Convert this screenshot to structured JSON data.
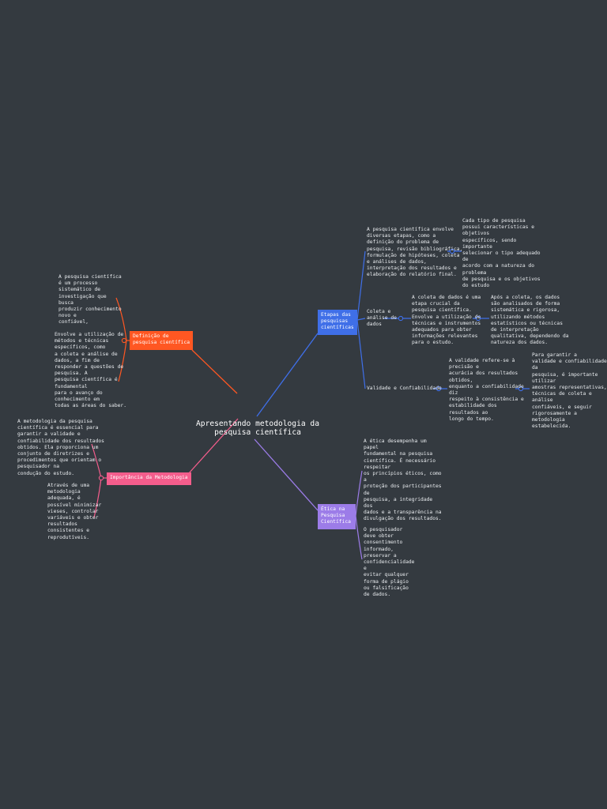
{
  "colors": {
    "background": "#343a40",
    "orange": "#ff5722",
    "blue": "#3f6fe8",
    "pink": "#f45d8c",
    "purple": "#9c7ce8"
  },
  "center": {
    "title": "Apresentando metodologia da\npesquisa científica"
  },
  "branches": {
    "definicao": {
      "label": "Definição de\npesquisa científica",
      "notes": [
        "A pesquisa científica\né um processo\nsistemático de\ninvestigação que\nbusca\nproduzir conhecimento\nnovo e\nconfiável,",
        "Envolve a utilização de\nmétodos e técnicas\nespecíficos, como\na coleta e análise de\ndados, a fim de\nresponder a questões de\npesquisa. A\npesquisa científica é\nfundamental\npara o avanço do\nconhecimento em\ntodas as áreas do saber."
      ]
    },
    "etapas": {
      "label": "Etapas das\npesquisas\ncientíficas",
      "intro": "A pesquisa científica envolve\ndiversas etapas, como a\ndefinição do problema de\npesquisa, revisão bibliográfica,\nformulação de hipóteses, coleta\ne análises de dados,\ninterpretação dos resultados e\nelaboração do relatório final.",
      "intro_child": "Cada tipo de pesquisa\npossui características e\nobjetivos\nespecíficos, sendo\nimportante\nselecionar o tipo adequado\nde\nacordo com a natureza do\nproblema\nde pesquisa e os objetivos\ndo estudo",
      "coleta": {
        "label": "Coleta e\nanálise de\ndados",
        "text": "A coleta de dados é uma\netapa crucial da\npesquisa científica.\nEnvolve a utilização de\ntécnicas e instrumentos\nadequados para obter\ninformações relevantes\npara o estudo.",
        "child": "Após a coleta, os dados\nsão analisados de forma\nsistemática e rigorosa,\nutilizando métodos\nestatísticos ou técnicas\nde interpretação\nqualitativa, dependendo da\nnatureza dos dados."
      },
      "validade": {
        "label": "Validade e Confiabilidade",
        "text": "A validade refere-se à\nprecisão e\nacurácia dos resultados\nobtidos,\nenquanto a confiabilidade\ndiz\nrespeito à consistência e\nestabilidade dos\nresultados ao\nlongo do tempo.",
        "child": "Para garantir a\nvalidade e confiabilidade\nda\npesquisa, é importante\nutilizar\namostras representativas,\ntécnicas de coleta e\nanálise\nconfiáveis, e seguir\nrigorosamente a\nmetodologia\nestabelecida."
      }
    },
    "importancia": {
      "label": "Importância da Metodologia",
      "notes": [
        "A metodologia da pesquisa\ncientífica é essencial para\ngarantir a validade e\nconfiabilidade dos resultados\nobtidos. Ela proporciona um\nconjunto de diretrizes e\nprocedimentos que orientam o\npesquisador na\ncondução do estudo.",
        "Através de uma\nmetodologia\nadequada, é\npossível minimizar\nvieses, controlar\nvariáveis e obter\nresultados\nconsistentes e\nreprodutíveis."
      ]
    },
    "etica": {
      "label": "Ética na\nPesquisa\nCientífica",
      "notes": [
        "A ética desempenha um\npapel\nfundamental na pesquisa\ncientífica. É necessário\nrespeitar\nos princípios éticos, como\na\nproteção dos participantes\nde\npesquisa, a integridade\ndos\ndados e a transparência na\ndivulgação dos resultados.",
        "O pesquisador\ndeve obter\nconsentimento\ninformado,\npreservar a\nconfidencialidade\ne\nevitar qualquer\nforma de plágio\nou falsificação\nde dados."
      ]
    }
  }
}
